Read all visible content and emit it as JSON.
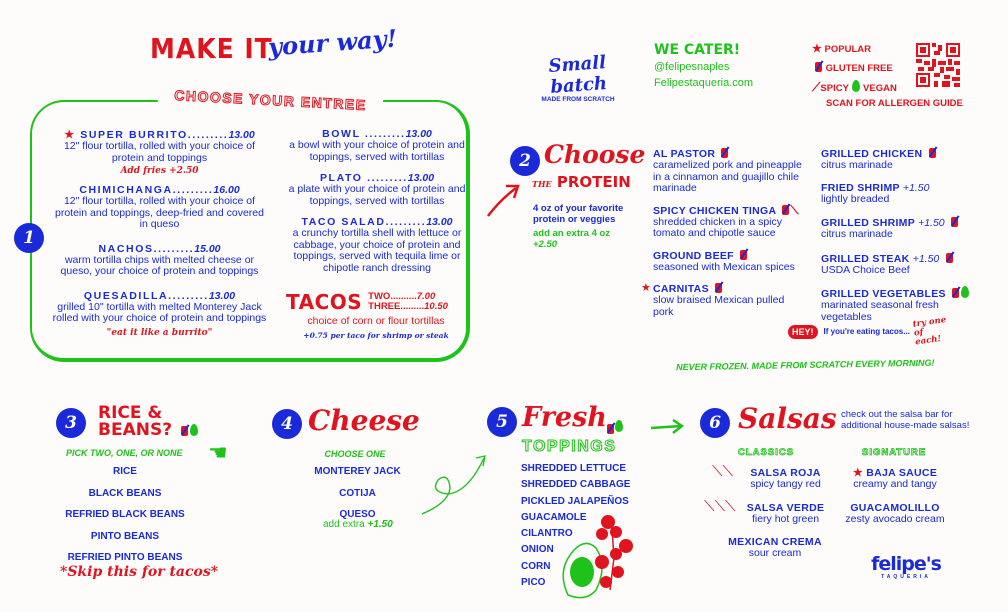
{
  "header": {
    "title_main": "MAKE IT",
    "title_script": "your way!",
    "entree_heading": "CHOOSE YOUR ENTREE"
  },
  "step_numbers": [
    "1",
    "2",
    "3",
    "4",
    "5",
    "6"
  ],
  "entrees_left": [
    {
      "name": "SUPER BURRITO",
      "price": "13.00",
      "popular": true,
      "desc": "12\" flour tortilla, rolled with your choice of protein and toppings",
      "note": "Add fries +2.50"
    },
    {
      "name": "CHIMICHANGA",
      "price": "16.00",
      "popular": false,
      "desc": "12\" flour tortilla, rolled with your choice of protein and toppings, deep-fried and covered in queso",
      "note": ""
    },
    {
      "name": "NACHOS",
      "price": "15.00",
      "popular": false,
      "desc": "warm tortilla chips with melted cheese or queso, your choice of protein and toppings",
      "note": ""
    },
    {
      "name": "QUESADILLA",
      "price": "13.00",
      "popular": false,
      "desc": "grilled 10\" tortilla with melted Monterey Jack rolled with your choice of protein and toppings",
      "note": "\"eat it like a burrito\""
    }
  ],
  "entrees_right": [
    {
      "name": "BOWL",
      "price": "13.00",
      "desc": "a bowl with your choice of protein and toppings, served with tortillas"
    },
    {
      "name": "PLATO",
      "price": "13.00",
      "desc": "a plate with your choice of protein and toppings, served with tortillas"
    },
    {
      "name": "TACO SALAD",
      "price": "13.00",
      "desc": "a crunchy tortilla shell with lettuce or cabbage, your choice of protein and toppings, served with tequila lime or chipotle ranch dressing"
    }
  ],
  "tacos": {
    "title": "TACOS",
    "options": [
      {
        "label": "TWO",
        "price": "7.00"
      },
      {
        "label": "THREE",
        "price": "10.50"
      }
    ],
    "desc": "choice of corn or flour tortillas",
    "note": "+0.75 per taco for shrimp or steak"
  },
  "small_batch": {
    "script": "Small batch",
    "sub": "MADE FROM SCRATCH"
  },
  "catering": {
    "title": "WE CATER!",
    "handle": "@felipesnaples",
    "website": "Felipestaqueria.com"
  },
  "legend": {
    "popular": "POPULAR",
    "gluten_free": "GLUTEN FREE",
    "spicy": "SPICY",
    "vegan": "VEGAN",
    "scan": "SCAN FOR ALLERGEN GUIDE"
  },
  "protein": {
    "title_script": "Choose",
    "title_the": "THE",
    "title_main": "PROTEIN",
    "desc": "4 oz of your favorite protein or veggies",
    "extra": "add an extra 4 oz",
    "extra_price": "+2.50",
    "left": [
      {
        "name": "AL PASTOR",
        "desc": "caramelized pork and pineapple in a cinnamon and guajillo chile marinade",
        "gf": true,
        "spicy": false,
        "popular": false,
        "upcharge": ""
      },
      {
        "name": "SPICY CHICKEN TINGA",
        "desc": "shredded chicken in a spicy tomato and chipotle sauce",
        "gf": true,
        "spicy": true,
        "popular": false,
        "upcharge": ""
      },
      {
        "name": "GROUND BEEF",
        "desc": "seasoned with Mexican spices",
        "gf": true,
        "spicy": false,
        "popular": false,
        "upcharge": ""
      },
      {
        "name": "CARNITAS",
        "desc": "slow braised Mexican pulled pork",
        "gf": true,
        "spicy": false,
        "popular": true,
        "upcharge": ""
      }
    ],
    "right": [
      {
        "name": "GRILLED CHICKEN",
        "desc": "citrus marinade",
        "gf": true,
        "vegan": false,
        "upcharge": ""
      },
      {
        "name": "FRIED SHRIMP",
        "desc": "lightly breaded",
        "gf": false,
        "vegan": false,
        "upcharge": "+1.50"
      },
      {
        "name": "GRILLED SHRIMP",
        "desc": "citrus marinade",
        "gf": true,
        "vegan": false,
        "upcharge": "+1.50"
      },
      {
        "name": "GRILLED STEAK",
        "desc": "USDA Choice Beef",
        "gf": true,
        "vegan": false,
        "upcharge": "+1.50"
      },
      {
        "name": "GRILLED VEGETABLES",
        "desc": "marinated seasonal fresh vegetables",
        "gf": true,
        "vegan": true,
        "upcharge": ""
      }
    ],
    "hey_badge": "HEY!",
    "hey_text": "If you're eating tacos...",
    "hey_script": "try one of each!"
  },
  "tagline": "NEVER FROZEN. MADE FROM SCRATCH EVERY MORNING!",
  "rice_beans": {
    "title_line1": "RICE &",
    "title_line2": "BEANS?",
    "instruction": "PICK TWO, ONE, OR NONE",
    "items": [
      "RICE",
      "BLACK BEANS",
      "REFRIED BLACK BEANS",
      "PINTO BEANS",
      "REFRIED PINTO BEANS"
    ],
    "note": "*Skip this for tacos*"
  },
  "cheese": {
    "title": "Cheese",
    "instruction": "CHOOSE ONE",
    "items": [
      "MONTEREY JACK",
      "COTIJA",
      "QUESO"
    ],
    "extra": "add extra",
    "extra_price": "+1.50"
  },
  "toppings": {
    "title_script": "Fresh",
    "title_main": "TOPPINGS",
    "items": [
      "SHREDDED LETTUCE",
      "SHREDDED CABBAGE",
      "PICKLED JALAPEÑOS",
      "GUACAMOLE",
      "CILANTRO",
      "ONION",
      "CORN",
      "PICO"
    ]
  },
  "salsas": {
    "title": "Salsas",
    "note": "check out the salsa bar for additional house-made salsas!",
    "classics_label": "CLASSICS",
    "signature_label": "SIGNATURE",
    "classics": [
      {
        "name": "SALSA ROJA",
        "desc": "spicy tangy red",
        "heat": 2
      },
      {
        "name": "SALSA VERDE",
        "desc": "fiery hot green",
        "heat": 3
      },
      {
        "name": "MEXICAN CREMA",
        "desc": "sour cream",
        "heat": 0
      }
    ],
    "signature": [
      {
        "name": "BAJA SAUCE",
        "desc": "creamy and tangy",
        "popular": true
      },
      {
        "name": "GUACAMOLILLO",
        "desc": "zesty avocado cream",
        "popular": false
      }
    ]
  },
  "brand": {
    "name": "felipe's",
    "sub": "TAQUERIA"
  }
}
